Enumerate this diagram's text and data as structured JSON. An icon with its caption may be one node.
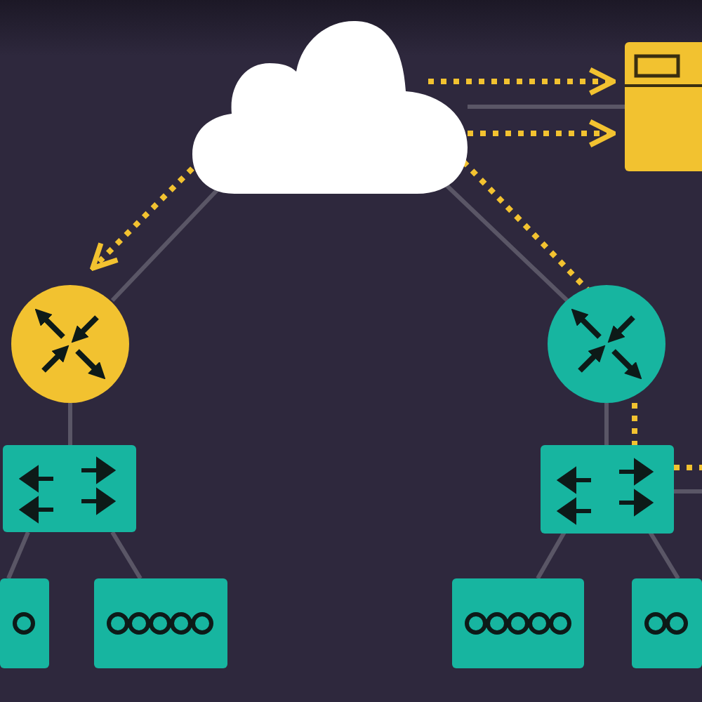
{
  "diagram": {
    "nodes": [
      {
        "text": [],
        "shape": "cloud"
      },
      {
        "text": [],
        "shape": "box"
      },
      {
        "text": [],
        "shape": "circle"
      },
      {
        "text": [],
        "shape": "circle"
      },
      {
        "text": [],
        "shape": "box"
      },
      {
        "text": [],
        "shape": "box"
      },
      {
        "text": [],
        "shape": "box"
      },
      {
        "text": [],
        "shape": "box"
      },
      {
        "text": [],
        "shape": "box"
      },
      {
        "text": [],
        "shape": "box"
      }
    ],
    "edges": [
      {
        "from": 0,
        "to": 1,
        "arrow": "to",
        "style": "dashed",
        "color": "#f2c230"
      },
      {
        "from": 0,
        "to": 1,
        "arrow": "none"
      },
      {
        "from": 0,
        "to": 1,
        "arrow": "to",
        "style": "dashed",
        "color": "#f2c230"
      },
      {
        "from": 0,
        "to": 2,
        "arrow": "to",
        "style": "dashed",
        "color": "#f2c230"
      },
      {
        "from": 0,
        "to": 2,
        "arrow": "none"
      },
      {
        "from": 0,
        "to": 3,
        "arrow": "none"
      },
      {
        "from": 0,
        "to": 3,
        "arrow": "none",
        "style": "dashed",
        "color": "#f2c230"
      },
      {
        "from": 3,
        "to": 5,
        "arrow": "none",
        "style": "dashed",
        "color": "#f2c230"
      },
      {
        "from": 5,
        "to": null,
        "arrow": "none",
        "style": "dashed",
        "color": "#f2c230"
      },
      {
        "from": 5,
        "to": null,
        "arrow": "none"
      },
      {
        "from": 2,
        "to": 4,
        "arrow": "none"
      },
      {
        "from": 3,
        "to": 5,
        "arrow": "none"
      },
      {
        "from": 4,
        "to": 6,
        "arrow": "none"
      },
      {
        "from": 4,
        "to": 7,
        "arrow": "none"
      },
      {
        "from": 5,
        "to": 8,
        "arrow": "none"
      },
      {
        "from": 5,
        "to": 9,
        "arrow": "none"
      }
    ]
  }
}
